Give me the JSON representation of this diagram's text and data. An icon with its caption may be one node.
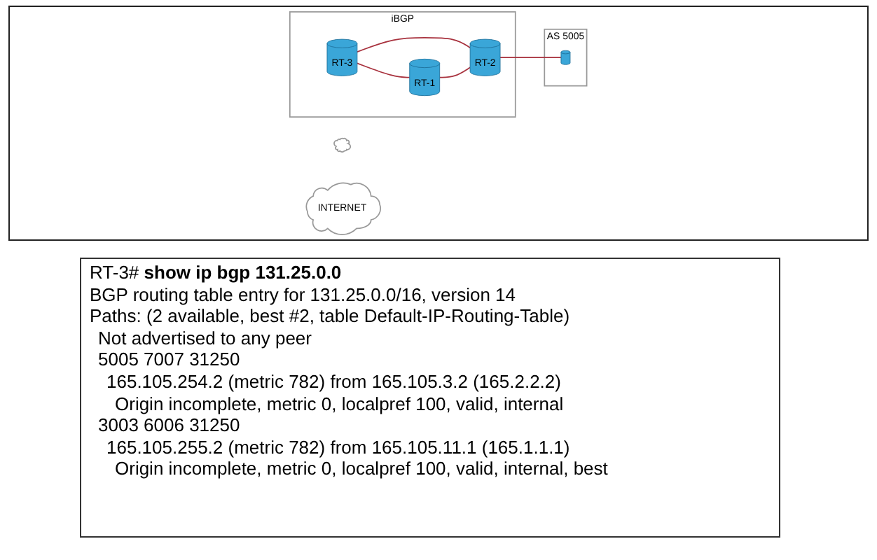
{
  "diagram": {
    "nodes": [
      {
        "text": [
          "iBGP"
        ]
      },
      {
        "text": [
          "RT-1"
        ],
        "in": 0
      },
      {
        "text": [
          "RT-3"
        ],
        "in": 0
      },
      {
        "text": [
          "RT-2"
        ],
        "in": 0
      },
      {
        "text": [],
        "shape": "cloud"
      },
      {
        "text": [
          "INTERNET"
        ]
      },
      {
        "text": [
          "AS 5005"
        ]
      },
      {
        "text": [],
        "shape": "cylinder",
        "in": 6
      }
    ],
    "edges": [
      {
        "from": 2,
        "to": 1,
        "arrow": "none"
      },
      {
        "from": 2,
        "to": 3,
        "arrow": "none"
      },
      {
        "from": 1,
        "to": 3,
        "arrow": "none"
      },
      {
        "from": 3,
        "to": 7,
        "arrow": "none"
      }
    ],
    "labels": [
      "RT-3# **show ip bgp 131.25.0.0**",
      "BGP routing table entry for 131.25.0.0/16, version 14",
      "Paths: (2 available, best #2, table Default-IP-Routing-Table)",
      "Not advertised to any peer",
      "5005 7007 31250",
      "165.105.254.2 (metric 782) from 165.105.3.2 (165.2.2.2)",
      "Origin incomplete, metric 0, localpref 100, valid, internal",
      "3003 6006 31250",
      "165.105.255.2 (metric 782) from 165.105.11.1 (165.1.1.1)",
      "Origin incomplete, metric 0, localpref 100, valid, internal, best"
    ]
  }
}
